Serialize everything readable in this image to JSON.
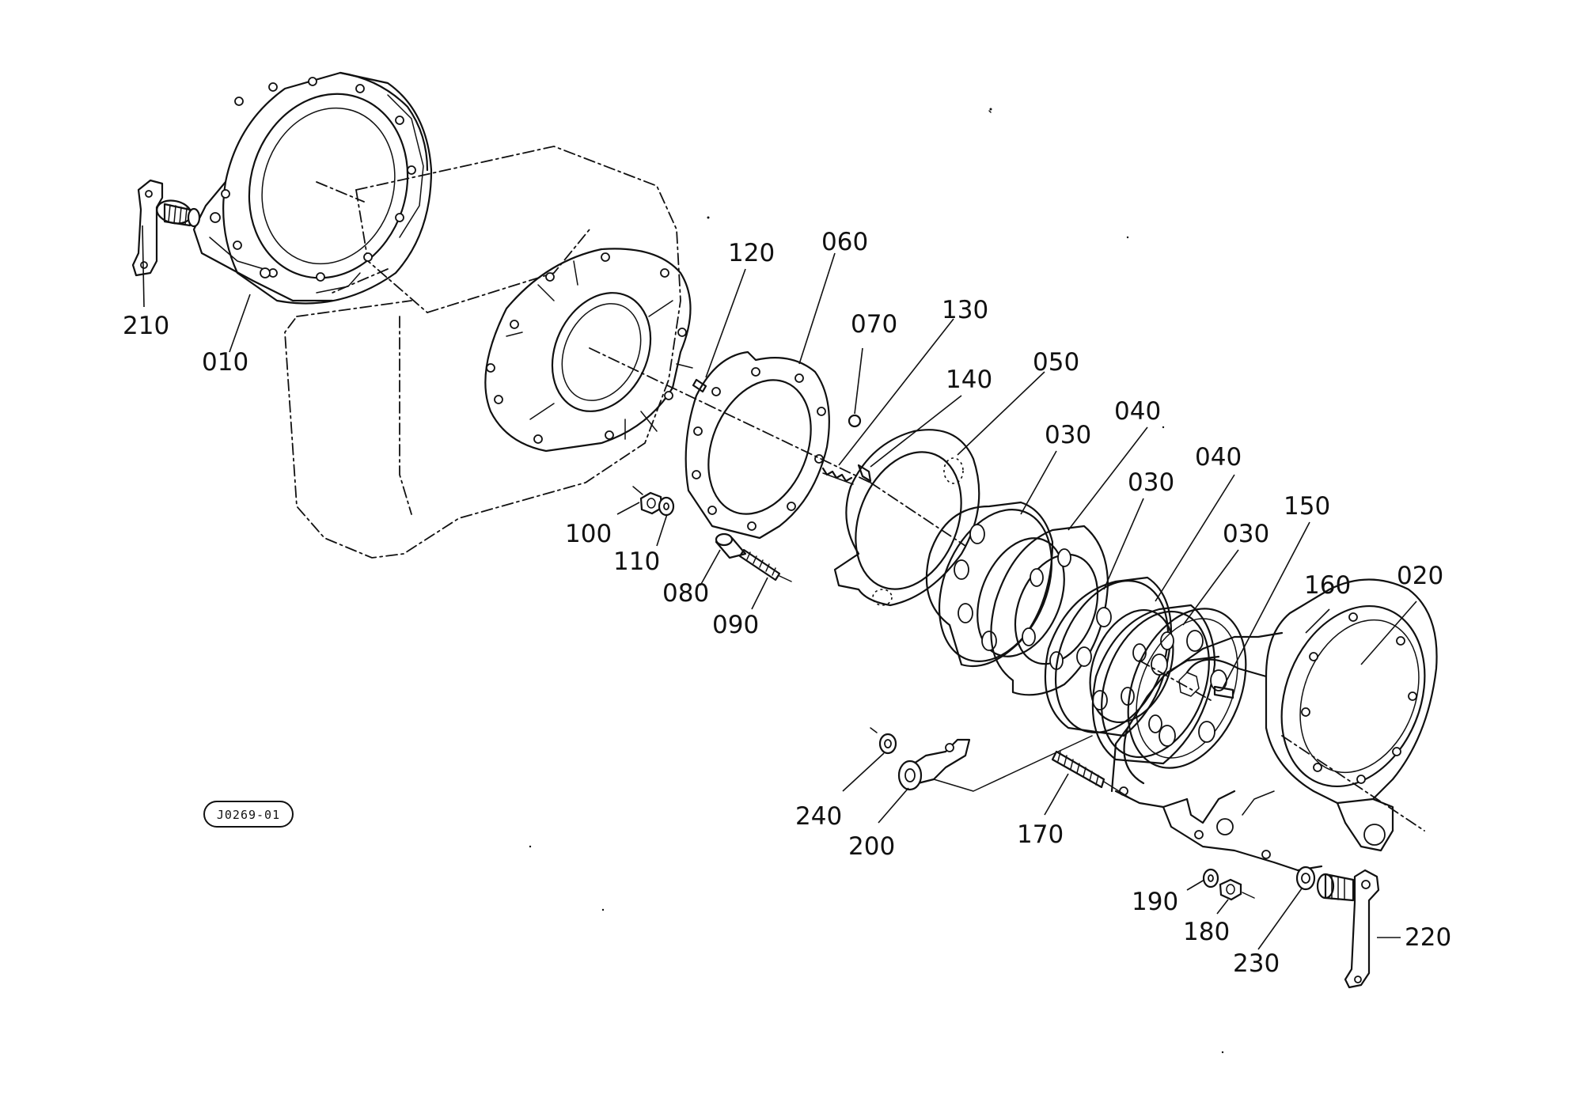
{
  "diagram_code": "J0269-01",
  "callouts": [
    {
      "id": "210",
      "label": "210"
    },
    {
      "id": "010",
      "label": "010"
    },
    {
      "id": "120",
      "label": "120"
    },
    {
      "id": "060",
      "label": "060"
    },
    {
      "id": "070",
      "label": "070"
    },
    {
      "id": "130",
      "label": "130"
    },
    {
      "id": "140",
      "label": "140"
    },
    {
      "id": "050",
      "label": "050"
    },
    {
      "id": "030a",
      "label": "030"
    },
    {
      "id": "040a",
      "label": "040"
    },
    {
      "id": "030b",
      "label": "030"
    },
    {
      "id": "040b",
      "label": "040"
    },
    {
      "id": "030c",
      "label": "030"
    },
    {
      "id": "150",
      "label": "150"
    },
    {
      "id": "160",
      "label": "160"
    },
    {
      "id": "020",
      "label": "020"
    },
    {
      "id": "100",
      "label": "100"
    },
    {
      "id": "110",
      "label": "110"
    },
    {
      "id": "080",
      "label": "080"
    },
    {
      "id": "090",
      "label": "090"
    },
    {
      "id": "240",
      "label": "240"
    },
    {
      "id": "200",
      "label": "200"
    },
    {
      "id": "170",
      "label": "170"
    },
    {
      "id": "190",
      "label": "190"
    },
    {
      "id": "180",
      "label": "180"
    },
    {
      "id": "230",
      "label": "230"
    },
    {
      "id": "220",
      "label": "220"
    }
  ]
}
